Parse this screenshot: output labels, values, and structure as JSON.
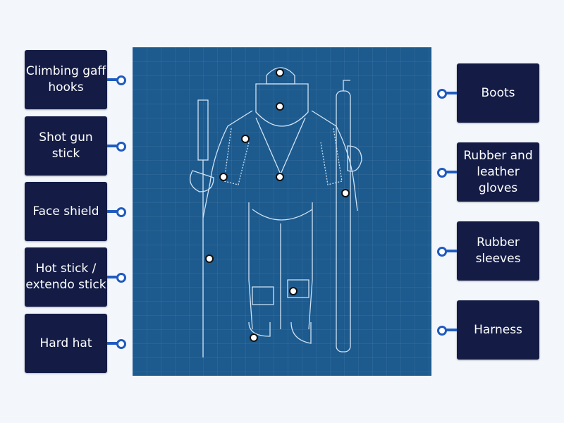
{
  "left_labels": [
    "Climbing gaff hooks",
    "Shot gun stick",
    "Face shield",
    "Hot stick / extendo stick",
    "Hard hat"
  ],
  "right_labels": [
    "Boots",
    "Rubber and leather gloves",
    "Rubber sleeves",
    "Harness"
  ],
  "colors": {
    "label_bg": "#141c46",
    "connector": "#1f5bbf",
    "blueprint": "#1d5a8e"
  }
}
